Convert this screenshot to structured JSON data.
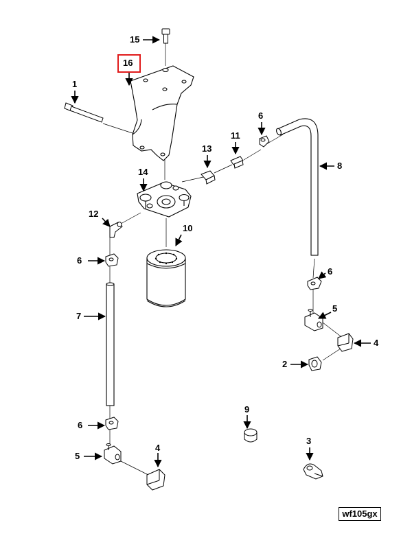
{
  "callouts": {
    "c1": "1",
    "c2": "2",
    "c3": "3",
    "c4a": "4",
    "c4b": "4",
    "c5a": "5",
    "c5b": "5",
    "c6a": "6",
    "c6b": "6",
    "c6c": "6",
    "c6d": "6",
    "c7": "7",
    "c8": "8",
    "c9": "9",
    "c10": "10",
    "c11": "11",
    "c12": "12",
    "c13": "13",
    "c14": "14",
    "c15": "15",
    "c16": "16"
  },
  "reference_code": "wf105gx",
  "highlight_color": "#e01b1b"
}
